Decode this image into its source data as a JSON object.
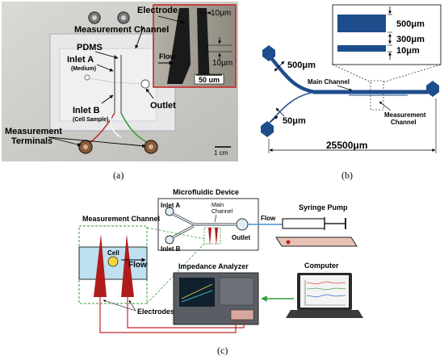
{
  "panel_a": {
    "label": "(a)",
    "electrode": "Electrode",
    "measurement_channel": "Measurement Channel",
    "pdms": "PDMS",
    "inlet_a": "Inlet A",
    "inlet_a_sub": "(Medium)",
    "inlet_b": "Inlet B",
    "inlet_b_sub": "(Cell Sample)",
    "outlet": "Outlet",
    "terminals_1": "Measurement",
    "terminals_2": "Terminals",
    "scale": "1 cm",
    "inset_dim_top": "10μm",
    "inset_dim_mid": "10μm",
    "inset_flow": "Flow",
    "inset_scale": "50 um"
  },
  "panel_b": {
    "label": "(b)",
    "dim_500": "500μm",
    "dim_300": "300μm",
    "dim_10": "10μm",
    "dim_inlet": "500μm",
    "dim_50": "50μm",
    "main_channel": "Main Channel",
    "measurement_1": "Measurement",
    "measurement_2": "Channel",
    "length": "25500μm"
  },
  "panel_c": {
    "label": "(c)",
    "device_title": "Microfluidic Device",
    "inlet_a": "Inlet A",
    "inlet_b": "Inlet B",
    "main_1": "Main",
    "main_2": "Channel",
    "outlet": "Outlet",
    "flow_device": "Flow",
    "syringe_pump": "Syringe Pump",
    "measurement_channel": "Measurement Channel",
    "cell": "Cell",
    "flow": "Flow",
    "electrodes": "Electrodes",
    "impedance_analyzer": "Impedance Analyzer",
    "computer": "Computer"
  },
  "colors": {
    "channel_blue": "#1e4d8c",
    "electrode_red": "#b01c1c",
    "wire_red": "#c0282a",
    "wire_green": "#2e9e3a",
    "dash_green": "#3a9a3a",
    "fluid_blue": "#bfe0f0"
  }
}
